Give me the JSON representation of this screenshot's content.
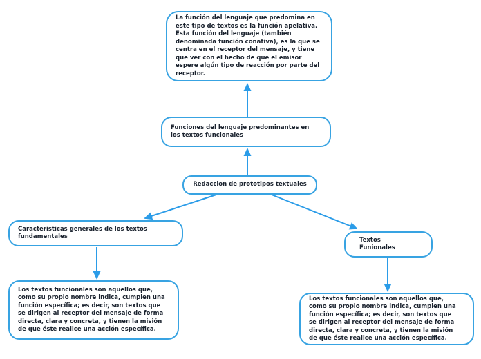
{
  "colors": {
    "node_border": "#38A3E2",
    "arrow": "#2B9CE8",
    "text": "#1A222E",
    "bg": "#FFFFFF"
  },
  "diagram": {
    "type": "concept-map",
    "nodes": {
      "apelativa_desc": {
        "text": "La función del lenguaje que predomina en\neste tipo de textos es la función apelativa.\nEsta función del lenguaje (también\ndenominada función conativa), es la que se\ncentra en el receptor del mensaje, y tiene\nque ver con el hecho de que el emisor\nespere algún tipo de reacción por parte del\nreceptor."
      },
      "funciones": {
        "text": "Funciones del lenguaje predominantes en\nlos textos funcionales"
      },
      "redaccion": {
        "text": "Redaccion de prototipos textuales"
      },
      "caracteristicas": {
        "text": "Caracteristicas generales de los textos\nfundamentales"
      },
      "textos_funcionales": {
        "text": "Textos\nFunionales"
      },
      "caracteristicas_desc": {
        "text": "Los textos funcionales son aquellos que,\ncomo su propio nombre indica, cumplen una\nfunción específica; es decir, son textos que\nse dirigen al receptor del mensaje de forma\ndirecta, clara y concreta, y tienen la misión\nde que éste realice una acción específica."
      },
      "textos_desc": {
        "text": "Los textos funcionales son aquellos que,\ncomo su propio nombre indica, cumplen una\nfunción específica; es decir, son textos que\nse dirigen al receptor del mensaje de forma\ndirecta, clara y concreta, y tienen la misión\nde que éste realice una acción específica."
      }
    },
    "edges": [
      {
        "from": "funciones",
        "to": "apelativa_desc",
        "direction": "up"
      },
      {
        "from": "redaccion",
        "to": "funciones",
        "direction": "up"
      },
      {
        "from": "redaccion",
        "to": "caracteristicas",
        "direction": "down-left"
      },
      {
        "from": "redaccion",
        "to": "textos_funcionales",
        "direction": "down-right"
      },
      {
        "from": "caracteristicas",
        "to": "caracteristicas_desc",
        "direction": "down"
      },
      {
        "from": "textos_funcionales",
        "to": "textos_desc",
        "direction": "down"
      }
    ]
  }
}
